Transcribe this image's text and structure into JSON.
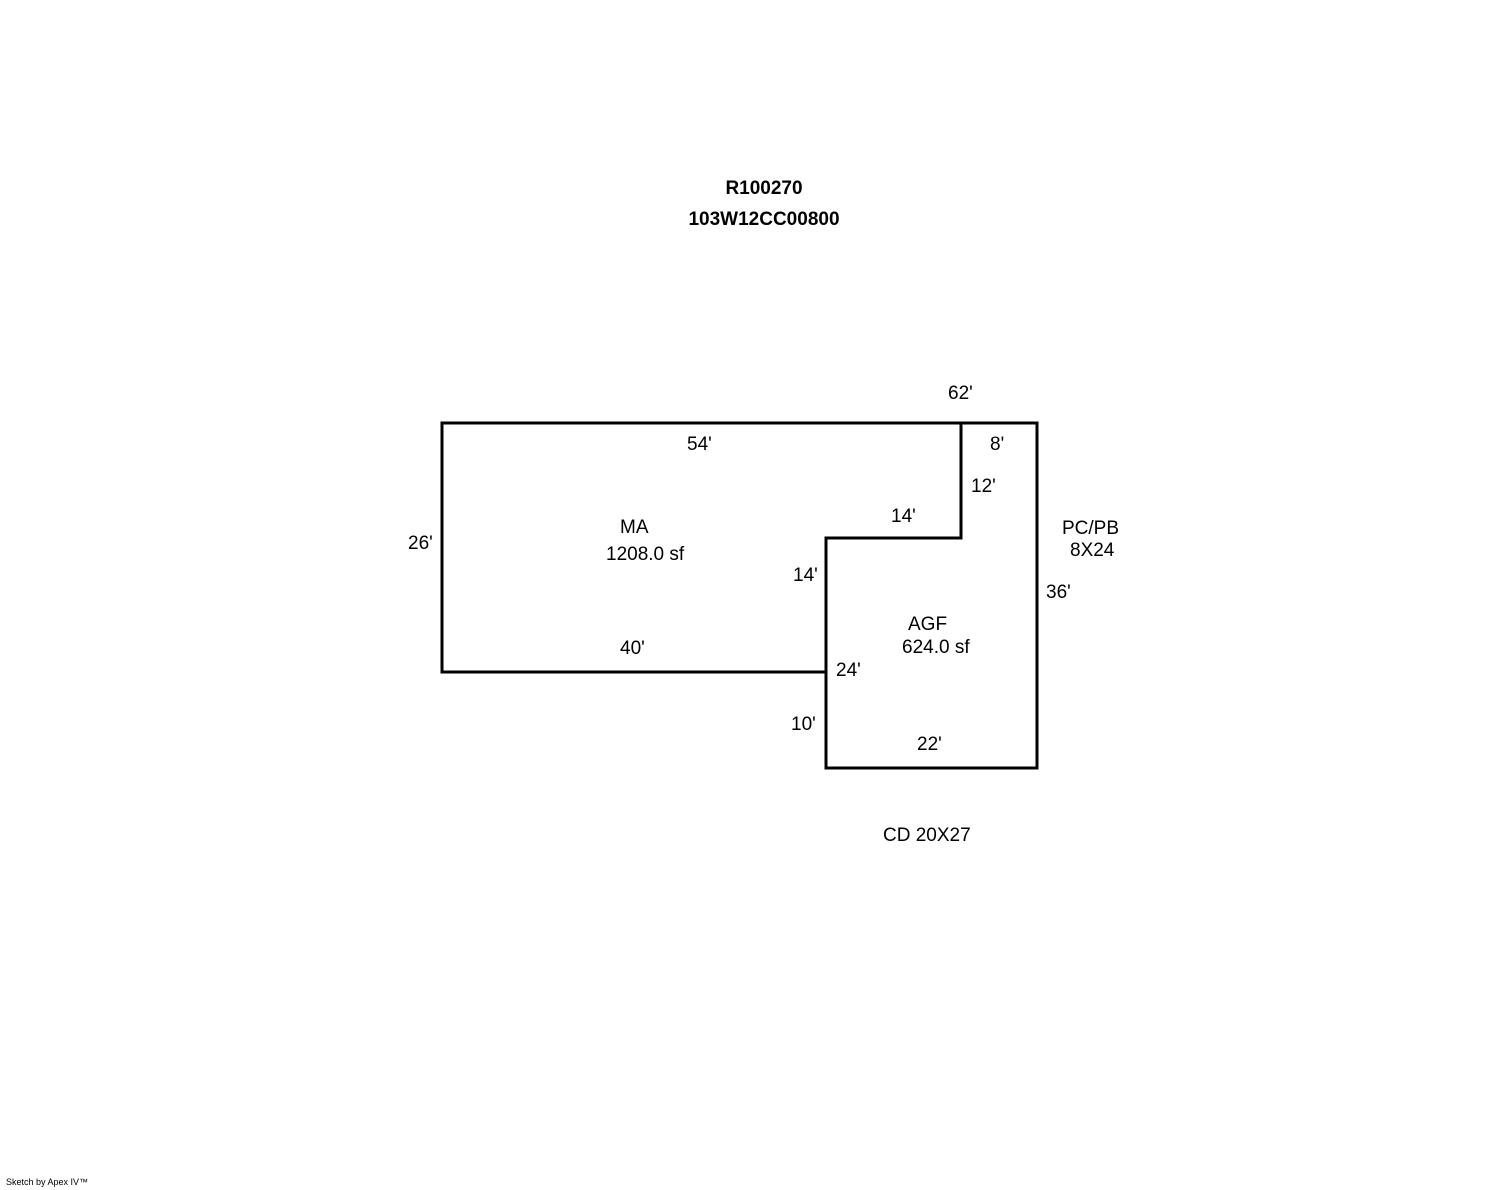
{
  "header": {
    "parcel_id": "R100270",
    "map_number": "103W12CC00800"
  },
  "areas": {
    "main": {
      "code": "MA",
      "area": "1208.0 sf"
    },
    "garage": {
      "code": "AGF",
      "area": "624.0 sf"
    },
    "porch": {
      "code": "PC/PB",
      "size": "8X24"
    },
    "deck": {
      "label": "CD 20X27"
    }
  },
  "dimensions": {
    "top_total": "62'",
    "ma_top": "54'",
    "porch_top": "8'",
    "left": "26'",
    "inner_vertical": "12'",
    "step_horizontal": "14'",
    "step_vertical": "14'",
    "ma_bottom": "40'",
    "garage_left": "24'",
    "garage_left_lower": "10'",
    "garage_bottom": "22'",
    "right": "36'"
  },
  "footer": {
    "credit": "Sketch by Apex IV™"
  },
  "colors": {
    "line": "#000000",
    "background": "#ffffff"
  }
}
